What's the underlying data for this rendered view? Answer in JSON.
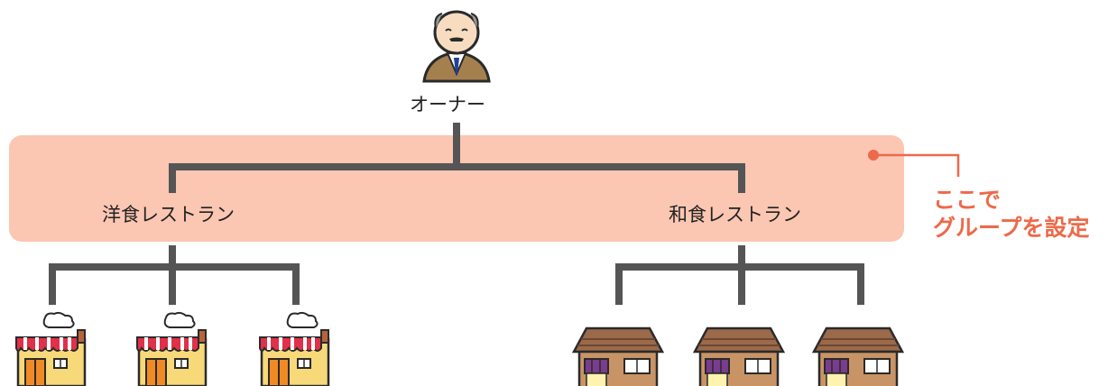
{
  "owner": {
    "label": "オーナー"
  },
  "groups": [
    {
      "label": "洋食レストラン",
      "store_count": 3,
      "store_type": "western-restaurant"
    },
    {
      "label": "和食レストラン",
      "store_count": 3,
      "store_type": "japanese-house"
    }
  ],
  "callout": {
    "line1": "ここで",
    "line2": "グループを設定"
  },
  "icons": {
    "owner": "businessman-icon",
    "western": "restaurant-shop-icon",
    "japanese": "japanese-house-icon"
  },
  "colors": {
    "band": "#fbc6b2",
    "accent": "#ec6a4a",
    "tree_line": "#555555",
    "callout_text": "#ec6a4a"
  }
}
